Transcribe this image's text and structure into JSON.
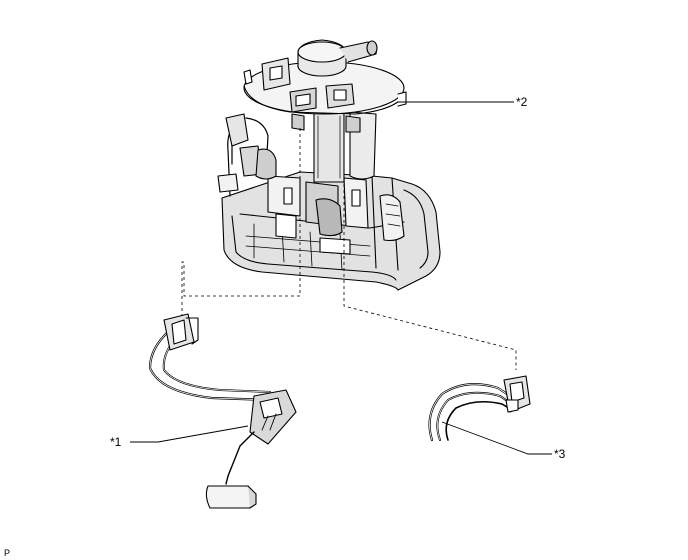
{
  "callouts": {
    "c1": "*1",
    "c2": "*2",
    "c3": "*3"
  },
  "figure_code": "P",
  "colors": {
    "line": "#000000",
    "housing_fill": "#e2e2e2",
    "dark_fill": "#b8b8b8",
    "light_fill": "#f2f2f2"
  },
  "parts": {
    "c1_icon": "float-sender-gauge",
    "c2_icon": "fuel-pump-module",
    "c3_icon": "wire-harness-connector"
  }
}
